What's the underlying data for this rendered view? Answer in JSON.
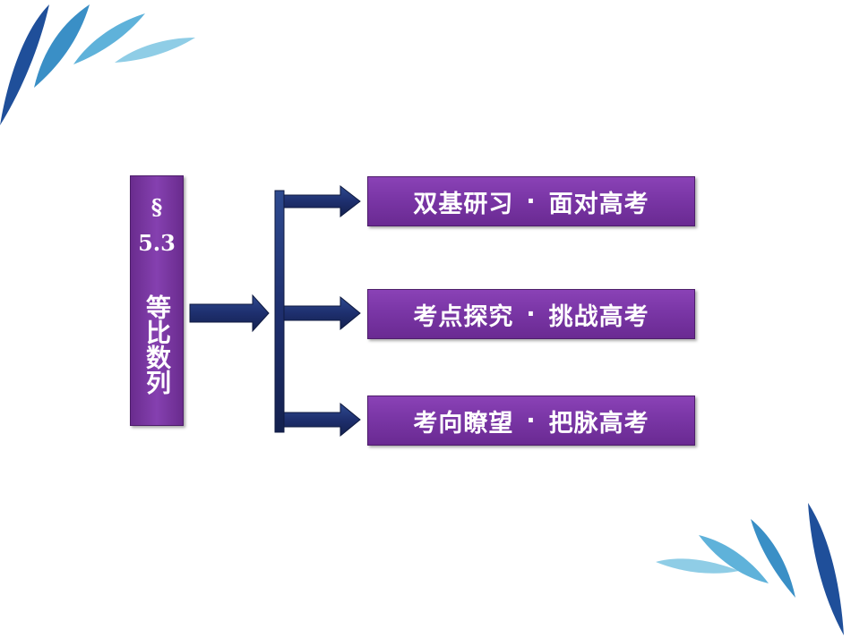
{
  "section": {
    "symbol": "§",
    "number": "5.3",
    "title": "等比数列"
  },
  "topics": [
    {
      "left": "双基研习",
      "sep": "·",
      "right": "面对高考"
    },
    {
      "left": "考点探究",
      "sep": "·",
      "right": "挑战高考"
    },
    {
      "left": "考向瞭望",
      "sep": "·",
      "right": "把脉高考"
    }
  ],
  "colors": {
    "box_purple": "#7a36a6",
    "arrow_navy": "#1e2f6e",
    "deco_dark_blue": "#1f4f9a",
    "deco_light_blue": "#79c3df"
  },
  "icons": {
    "top_left_decoration": "blue-leaf-strokes",
    "bottom_right_decoration": "blue-leaf-strokes",
    "connectors": "right-arrow"
  }
}
